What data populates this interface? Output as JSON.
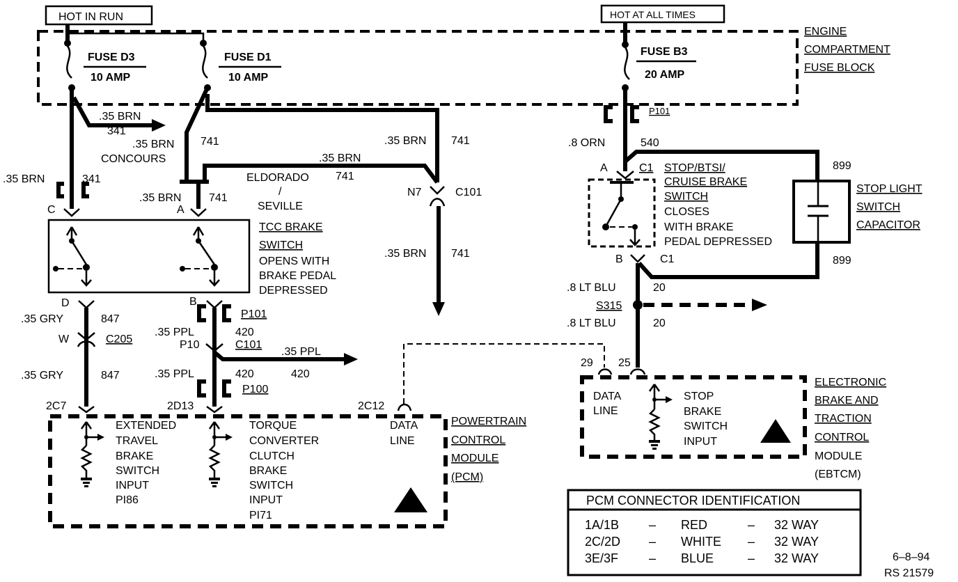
{
  "power": {
    "hot_in_run": "HOT IN RUN",
    "hot_at_all_times": "HOT AT ALL TIMES"
  },
  "fuse_block": {
    "title_1": "ENGINE",
    "title_2": "COMPARTMENT",
    "title_3": "FUSE BLOCK",
    "fuse_d3_name": "FUSE D3",
    "fuse_d3_rating": "10 AMP",
    "fuse_d1_name": "FUSE D1",
    "fuse_d1_rating": "10 AMP",
    "fuse_b3_name": "FUSE B3",
    "fuse_b3_rating": "20 AMP"
  },
  "wires": {
    "w_35brn_341_a": ".35 BRN",
    "c_341_a": "341",
    "w_35brn_concours": ".35 BRN",
    "concours": "CONCOURS",
    "c_741_a": "741",
    "w_35brn_eldorado": ".35 BRN",
    "c_741_b": "741",
    "eldorado": "ELDORADO",
    "slash": "/",
    "seville": "SEVILLE",
    "w_35brn_741_right": ".35 BRN",
    "c_741_c": "741",
    "w_35brn_c": ".35 BRN",
    "c_341_c": "341",
    "w_35brn_a": ".35 BRN",
    "c_741_a2": "741",
    "w_35brn_741_low": ".35 BRN",
    "c_741_low": "741",
    "w_35gry_1": ".35 GRY",
    "c_847_1": "847",
    "w_35gry_2": ".35 GRY",
    "c_847_2": "847",
    "w_35ppl_1": ".35 PPL",
    "c_420_1": "420",
    "w_35ppl_2": ".35 PPL",
    "c_420_2": "420",
    "w_35ppl_branch": ".35 PPL",
    "c_420_branch": "420",
    "w_8orn": ".8 ORN",
    "c_540": "540",
    "c_899_top": "899",
    "c_899_bot": "899",
    "w_8ltblu_1": ".8 LT BLU",
    "c_20_1": "20",
    "w_8ltblu_2": ".8 LT BLU",
    "c_20_2": "20"
  },
  "connectors": {
    "c101_top": "C101",
    "n7": "N7",
    "p101_right": "P101",
    "pin_c": "C",
    "pin_a": "A",
    "pin_d": "D",
    "pin_b": "B",
    "p101_left": "P101",
    "w": "W",
    "c205": "C205",
    "p10": "P10",
    "c101_bottom": "C101",
    "p100": "P100",
    "pin_2c7": "2C7",
    "pin_2d13": "2D13",
    "pin_2c12": "2C12",
    "pin_a_stop": "A",
    "c1_top": "C1",
    "pin_b_stop": "B",
    "c1_bot": "C1",
    "s315": "S315",
    "pin_29": "29",
    "pin_25": "25"
  },
  "tcc_switch": {
    "line1": "TCC BRAKE",
    "line2": "SWITCH",
    "line3": "OPENS WITH",
    "line4": "BRAKE PEDAL",
    "line5": "DEPRESSED"
  },
  "stop_switch": {
    "line1": "STOP/BTSI/",
    "line2": "CRUISE BRAKE",
    "line3": "SWITCH",
    "line4": "CLOSES",
    "line5": "WITH BRAKE",
    "line6": "PEDAL DEPRESSED"
  },
  "capacitor": {
    "line1": "STOP LIGHT",
    "line2": "SWITCH",
    "line3": "CAPACITOR"
  },
  "pcm": {
    "in1_l1": "EXTENDED",
    "in1_l2": "TRAVEL",
    "in1_l3": "BRAKE",
    "in1_l4": "SWITCH",
    "in1_l5": "INPUT",
    "in1_l6": "PI86",
    "in2_l1": "TORQUE",
    "in2_l2": "CONVERTER",
    "in2_l3": "CLUTCH",
    "in2_l4": "BRAKE",
    "in2_l5": "SWITCH",
    "in2_l6": "INPUT",
    "in2_l7": "PI71",
    "data_l1": "DATA",
    "data_l2": "LINE",
    "name_l1": "POWERTRAIN",
    "name_l2": "CONTROL",
    "name_l3": "MODULE",
    "name_l4": "(PCM)"
  },
  "ebtcm": {
    "data_l1": "DATA",
    "data_l2": "LINE",
    "in_l1": "STOP",
    "in_l2": "BRAKE",
    "in_l3": "SWITCH",
    "in_l4": "INPUT",
    "name_l1": "ELECTRONIC",
    "name_l2": "BRAKE AND",
    "name_l3": "TRACTION",
    "name_l4": "CONTROL",
    "name_l5": "MODULE",
    "name_l6": "(EBTCM)"
  },
  "pcm_table": {
    "title": "PCM CONNECTOR IDENTIFICATION",
    "rows": [
      {
        "pins": "1A/1B",
        "dash1": "–",
        "color": "RED",
        "dash2": "–",
        "size": "32 WAY"
      },
      {
        "pins": "2C/2D",
        "dash1": "–",
        "color": "WHITE",
        "dash2": "–",
        "size": "32 WAY"
      },
      {
        "pins": "3E/3F",
        "dash1": "–",
        "color": "BLUE",
        "dash2": "–",
        "size": "32 WAY"
      }
    ]
  },
  "footer": {
    "date": "6–8–94",
    "ref": "RS 21579"
  }
}
